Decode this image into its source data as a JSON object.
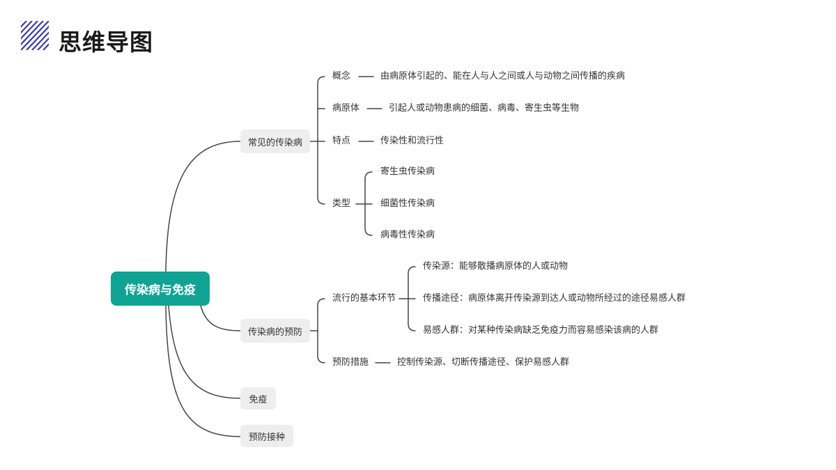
{
  "header": {
    "title": "思维导图",
    "deco_icon": "diagonal-stripes-icon",
    "deco_color": "#3b3aa6"
  },
  "colors": {
    "root_fill": "#10a394",
    "root_text": "#ffffff",
    "pill_fill": "#eeeeee",
    "line": "#444444"
  },
  "mindmap": {
    "root": "传染病与免疫",
    "branches": {
      "common": "常见的传染病",
      "prevention": "传染病的预防",
      "immunity": "免疫",
      "vaccination": "预防接种"
    },
    "common": {
      "concept_label": "概念",
      "concept_text": "由病原体引起的、能在人与人之间或人与动物之间传播的疾病",
      "pathogen_label": "病原体",
      "pathogen_text": "引起人或动物患病的细菌、病毒、寄生虫等生物",
      "feature_label": "特点",
      "feature_text": "传染性和流行性",
      "type_label": "类型",
      "types": [
        "寄生虫传染病",
        "细菌性传染病",
        "病毒性传染病"
      ]
    },
    "prevention": {
      "links_label": "流行的基本环节",
      "links": [
        "传染源：能够散播病原体的人或动物",
        "传播途径：病原体离开传染源到达人或动物所经过的途径易感人群",
        "易感人群：对某种传染病缺乏免疫力而容易感染该病的人群"
      ],
      "measures_label": "预防措施",
      "measures_text": "控制传染源、切断传播途径、保护易感人群"
    }
  }
}
